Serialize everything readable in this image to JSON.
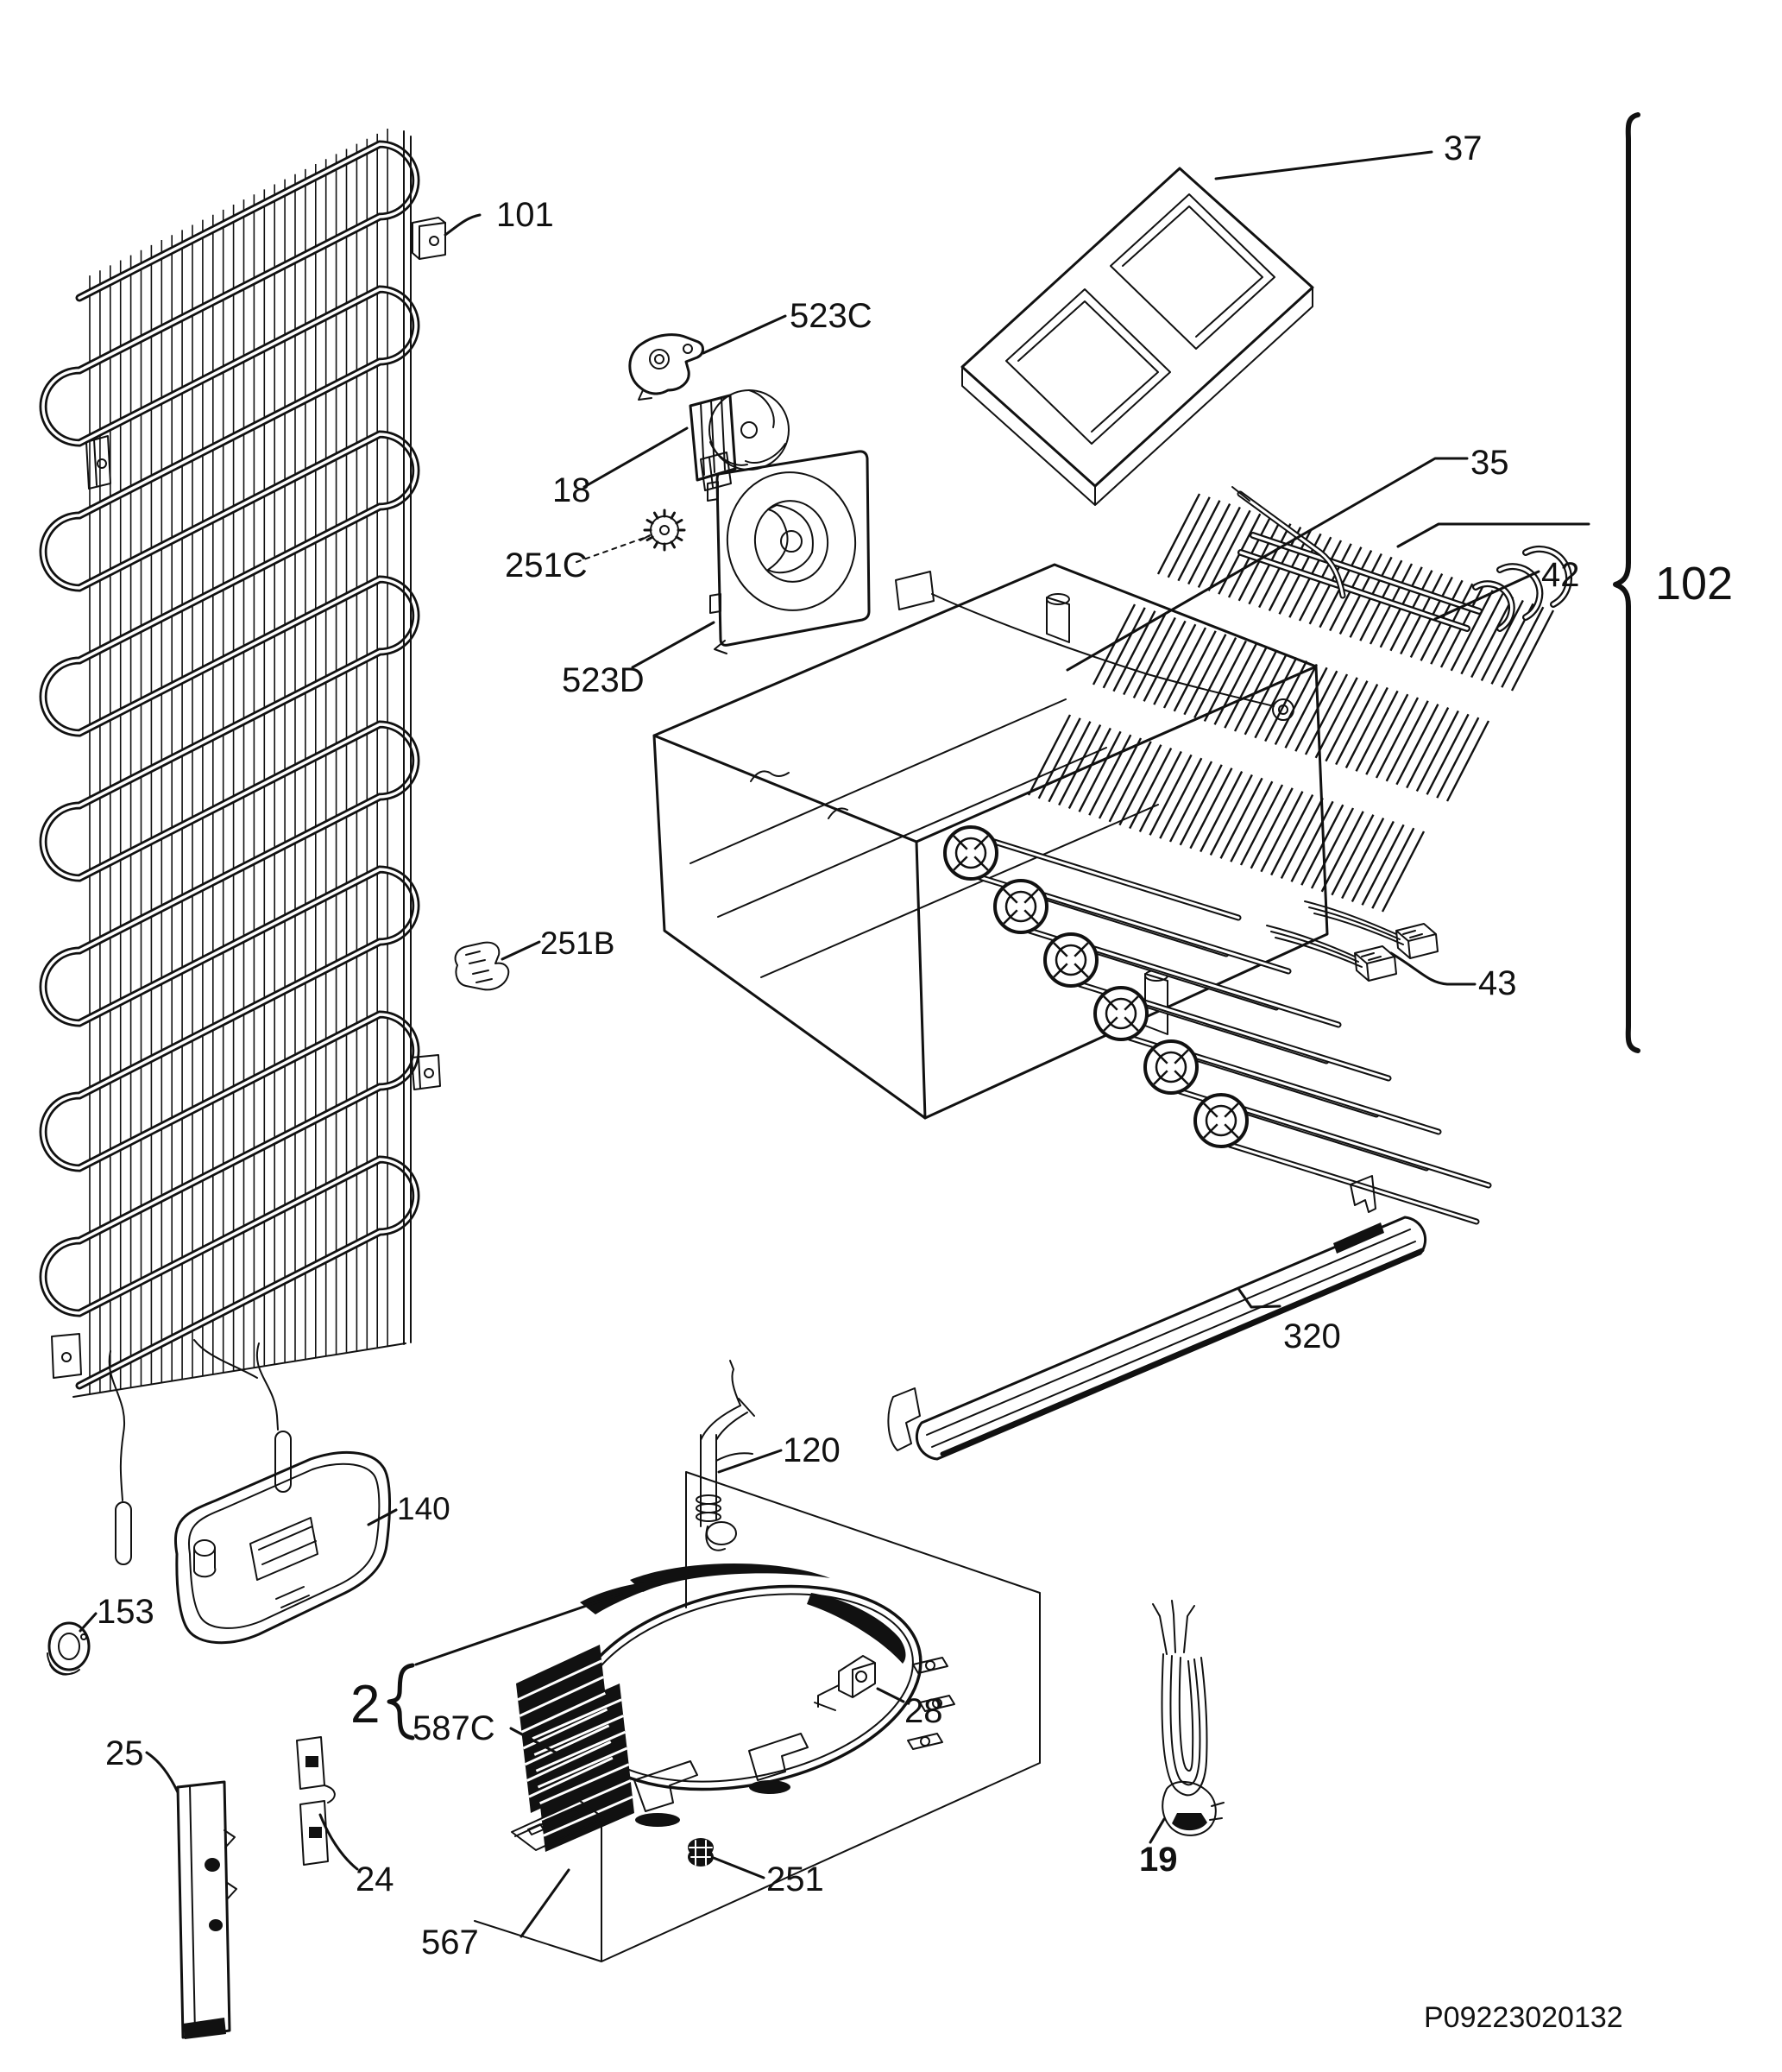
{
  "labels": {
    "p101": "101",
    "p523C": "523C",
    "p18": "18",
    "p251C": "251C",
    "p523D": "523D",
    "p37": "37",
    "p35": "35",
    "p42": "42",
    "p102": "102",
    "p251B": "251B",
    "p43": "43",
    "p320": "320",
    "p140": "140",
    "p120": "120",
    "p153": "153",
    "p2": "2",
    "p587C": "587C",
    "p25": "25",
    "p24": "24",
    "p567": "567",
    "p251": "251",
    "p28": "28",
    "p19": "19"
  },
  "footer": {
    "part_number": "P09223020132"
  }
}
